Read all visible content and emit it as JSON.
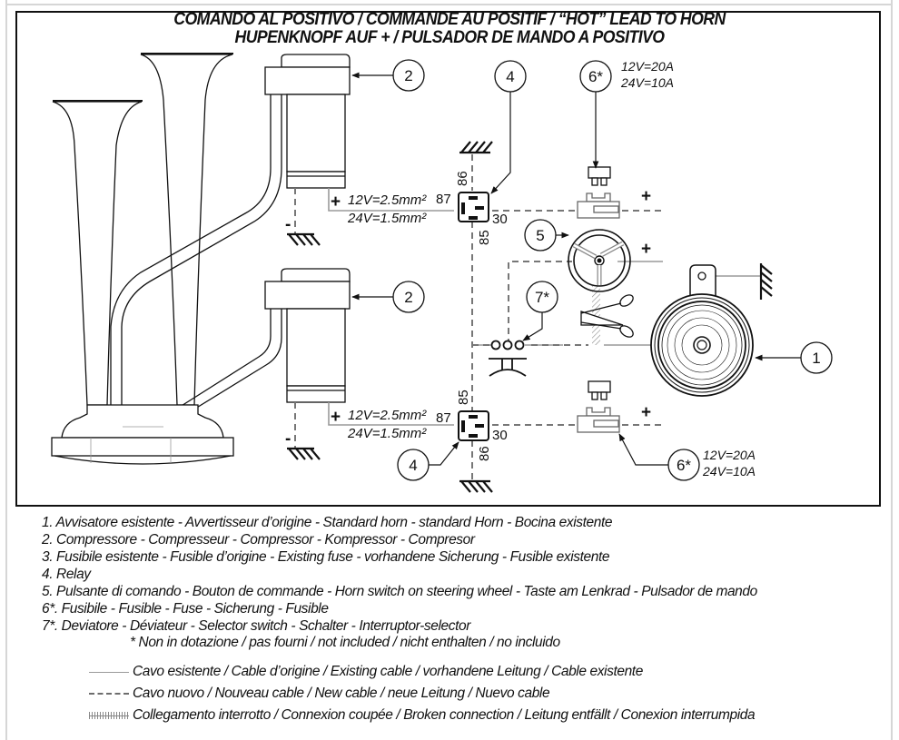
{
  "title": {
    "line1": "COMANDO AL POSITIVO / COMMANDE AU POSITIF / “HOT” LEAD TO HORN",
    "line2": "HUPENKNOPF AUF + / PULSADOR DE MANDO A POSITIVO"
  },
  "callouts": {
    "compressor_top": "2",
    "compressor_bottom": "2",
    "relay_top": "4",
    "relay_bottom": "4",
    "horn_switch": "5",
    "fuse_top": "6*",
    "fuse_bottom": "6*",
    "selector_switch": "7*",
    "horn": "1"
  },
  "relay_top": {
    "pin_86": "86",
    "pin_87": "87",
    "pin_85": "85",
    "pin_30": "30"
  },
  "relay_bottom": {
    "pin_85": "85",
    "pin_87": "87",
    "pin_86": "86",
    "pin_30": "30"
  },
  "wire_spec": {
    "line12": "12V=2.5mm²",
    "line24": "24V=1.5mm²"
  },
  "fuse_rating": {
    "line12": "12V=20A",
    "line24": "24V=10A"
  },
  "polarity": {
    "plus": "+",
    "minus": "-"
  },
  "legend": {
    "items": [
      "1. Avvisatore esistente - Avvertisseur d’origine - Standard horn - standard Horn - Bocina existente",
      "2. Compressore - Compresseur - Compressor - Kompressor - Compresor",
      "3. Fusibile esistente - Fusible d’origine - Existing fuse - vorhandene Sicherung - Fusible existente",
      "4. Relay",
      "5. Pulsante di comando - Bouton de commande - Horn switch on steering wheel - Taste am Lenkrad - Pulsador de mando",
      "6*. Fusibile - Fusible - Fuse - Sicherung - Fusible",
      "7*. Deviatore - Déviateur - Selector switch - Schalter - Interruptor-selector"
    ],
    "note": "* Non in dotazione / pas fourni / not included / nicht enthalten / no incluido"
  },
  "cable_legend": {
    "existing": "Cavo esistente / Cable d’origine / Existing cable / vorhandene Leitung / Cable existente",
    "new": "Cavo nuovo / Nouveau cable / New cable / neue Leitung / Nuevo cable",
    "broken": "Collegamento interrotto / Connexion coupée / Broken connection / Leitung entfällt / Conexion interrumpida"
  },
  "colors": {
    "line": "#111111",
    "existing_cable": "#9a9a9a",
    "new_cable": "#777777"
  }
}
